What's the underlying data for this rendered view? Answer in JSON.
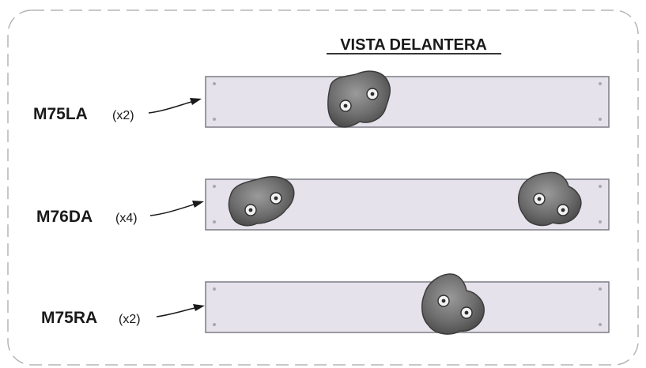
{
  "title": "VISTA DELANTERA",
  "colors": {
    "frame": "#b5b5b5",
    "panel_fill": "#e6e2ec",
    "panel_stroke": "#7c7c84",
    "hold_fill": "#6f6f6f",
    "hold_stroke": "#3c3c3c",
    "text": "#1a1a1a"
  },
  "panels": [
    {
      "code": "M75LA",
      "qty": "(x2)"
    },
    {
      "code": "M76DA",
      "qty": "(x4)"
    },
    {
      "code": "M75RA",
      "qty": "(x2)"
    }
  ]
}
